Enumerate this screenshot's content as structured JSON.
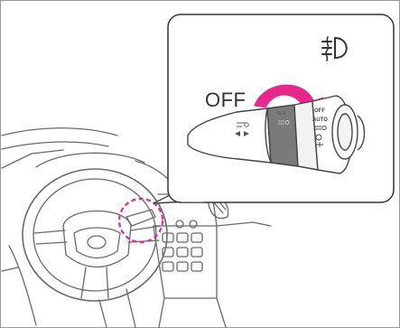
{
  "callout": {
    "off_label": "OFF",
    "switch_ring_label": "OFF",
    "switch_positions": [
      "OFF",
      "AUTO"
    ],
    "rotation_arrow_color": "#e8278c",
    "dial_highlight_color": "#7a7a7a",
    "fog_light_icon": "front-fog-light-symbol-icon"
  },
  "scene": {
    "location_marker": "dashed-circle",
    "marker_color": "#e8278c"
  }
}
